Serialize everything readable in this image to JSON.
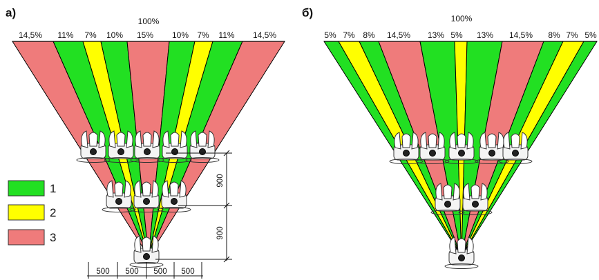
{
  "colors": {
    "1": "#22e022",
    "2": "#ffff00",
    "3": "#ef7b7b"
  },
  "legend": [
    {
      "key": "1",
      "label": "1"
    },
    {
      "key": "2",
      "label": "2"
    },
    {
      "key": "3",
      "label": "3"
    }
  ],
  "panel_a": {
    "label": "а)",
    "total": "100%",
    "sectors": [
      {
        "pct": "14,5%",
        "color": "3"
      },
      {
        "pct": "11%",
        "color": "1"
      },
      {
        "pct": "7%",
        "color": "2"
      },
      {
        "pct": "10%",
        "color": "1"
      },
      {
        "pct": "15%",
        "color": "3"
      },
      {
        "pct": "10%",
        "color": "1"
      },
      {
        "pct": "7%",
        "color": "2"
      },
      {
        "pct": "11%",
        "color": "1"
      },
      {
        "pct": "14,5%",
        "color": "3"
      }
    ],
    "dims_vertical": [
      "900",
      "900"
    ],
    "dims_horizontal": [
      "500",
      "500",
      "500",
      "500"
    ]
  },
  "panel_b": {
    "label": "б)",
    "total": "100%",
    "sectors": [
      {
        "pct": "5%",
        "color": "1"
      },
      {
        "pct": "7%",
        "color": "2"
      },
      {
        "pct": "8%",
        "color": "1"
      },
      {
        "pct": "14,5%",
        "color": "3"
      },
      {
        "pct": "13%",
        "color": "1"
      },
      {
        "pct": "5%",
        "color": "2"
      },
      {
        "pct": "13%",
        "color": "1"
      },
      {
        "pct": "14,5%",
        "color": "3"
      },
      {
        "pct": "8%",
        "color": "1"
      },
      {
        "pct": "7%",
        "color": "2"
      },
      {
        "pct": "5%",
        "color": "1"
      }
    ]
  }
}
